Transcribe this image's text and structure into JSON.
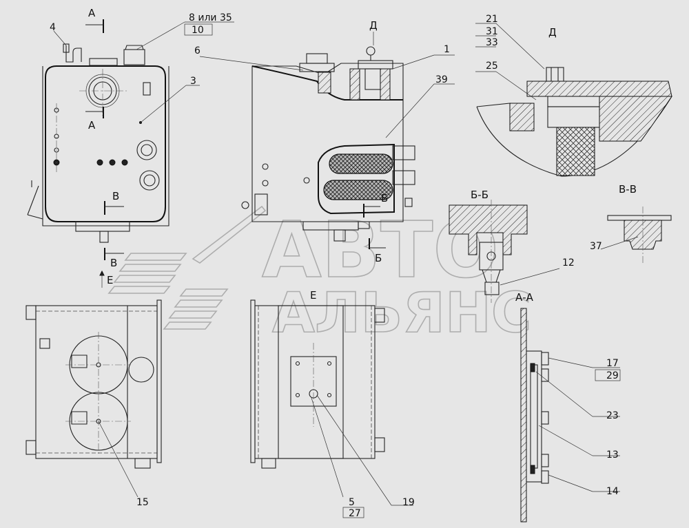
{
  "views": {
    "a": "А",
    "a_second": "А",
    "d": "Д",
    "d_detail": "Д",
    "v": "В",
    "v_second": "В",
    "e": "Е",
    "e_arrow": "Е",
    "b": "Б",
    "b_second": "Б",
    "section_bb": "Б-Б",
    "section_vv": "В-В",
    "section_aa": "А-А"
  },
  "callouts": {
    "p8": "8 или 35",
    "p10": "10",
    "p4": "4",
    "p6": "6",
    "p3": "3",
    "p1": "1",
    "p39": "39",
    "p21": "21",
    "p31": "31",
    "p33": "33",
    "p25": "25",
    "p37": "37",
    "p12": "12",
    "p17": "17",
    "p29": "29",
    "p23": "23",
    "p13": "13",
    "p14": "14",
    "p15": "15",
    "p5": "5",
    "p27": "27",
    "p19": "19"
  },
  "watermark": {
    "line1": "АВТО",
    "line2": "АЛЬЯНС"
  }
}
